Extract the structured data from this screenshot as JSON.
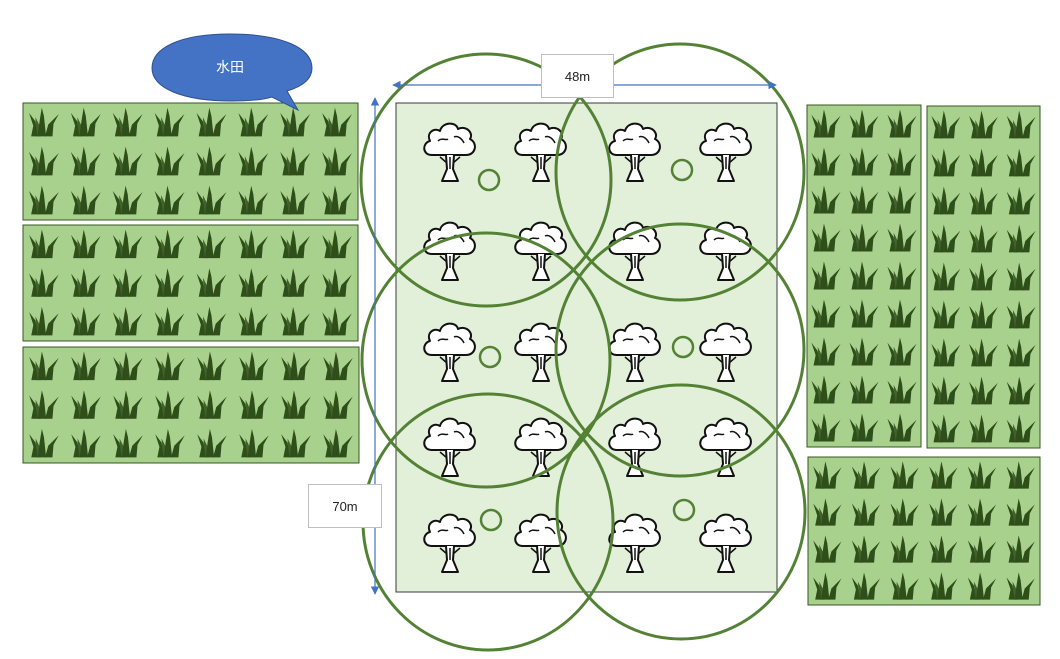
{
  "callout": {
    "text": "水田"
  },
  "dimensions": {
    "width": "48m",
    "height": "70m"
  },
  "icons": {
    "field": "grass-tuft-icon",
    "tree": "tree-icon",
    "sprinkler": "sprinkler-head-icon"
  },
  "colors": {
    "field_fill": "#a9d18e",
    "field_border": "#375623",
    "grass": "#2f4f1a",
    "orchard_fill": "#e2f0d9",
    "circle_stroke": "#548235",
    "callout_fill": "#4472c4",
    "dimension_line": "#4472c4"
  }
}
